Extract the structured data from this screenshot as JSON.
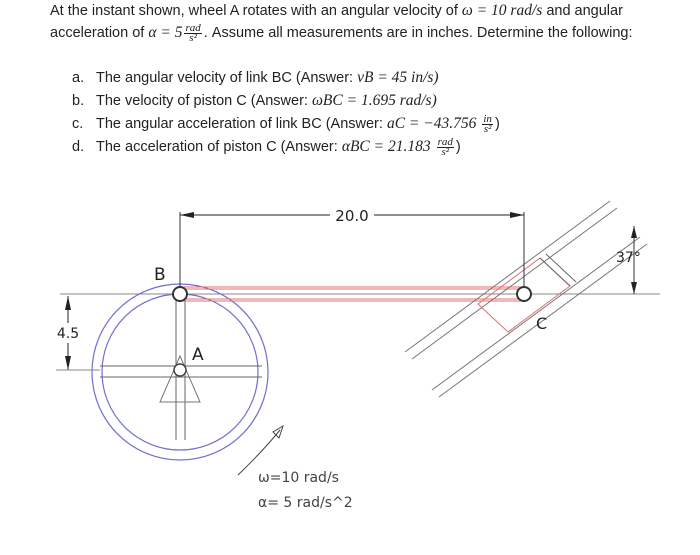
{
  "problem": {
    "line1_pre": "At the instant shown, wheel A rotates with an angular velocity of",
    "omega_expr": "ω = 10 rad/s",
    "line1_post": "and angular",
    "line2_pre": "acceleration of",
    "alpha_expr": "α = 5",
    "alpha_num": "rad",
    "alpha_den": "s²",
    "line2_post": ". Assume all measurements are in inches. Determine the following:"
  },
  "items": [
    {
      "mark": "a.",
      "text": "The angular velocity of link BC (Answer:",
      "math": "vB = 45 in/s)"
    },
    {
      "mark": "b.",
      "text": "The velocity of piston C (Answer:",
      "math": "ωBC = 1.695 rad/s)"
    },
    {
      "mark": "c.",
      "text": "The angular acceleration of link BC (Answer:",
      "math": "aC = −43.756",
      "frac_num": "in",
      "frac_den": "s²",
      "close": ")"
    },
    {
      "mark": "d.",
      "text": "The acceleration of piston C (Answer:",
      "math": "αBC = 21.183",
      "frac_num": "rad",
      "frac_den": "s²",
      "close": ")"
    }
  ],
  "figure": {
    "dim_horizontal": "20.0",
    "dim_vertical": "4.5",
    "angle": "37°",
    "label_b": "B",
    "label_a": "A",
    "label_c": "C",
    "omega_note": "ω=10 rad/s",
    "alpha_note": "α= 5 rad/s^2"
  },
  "colors": {
    "link": "#e07070",
    "wheel": "#7070d0",
    "line": "#555555",
    "dim": "#222222"
  }
}
